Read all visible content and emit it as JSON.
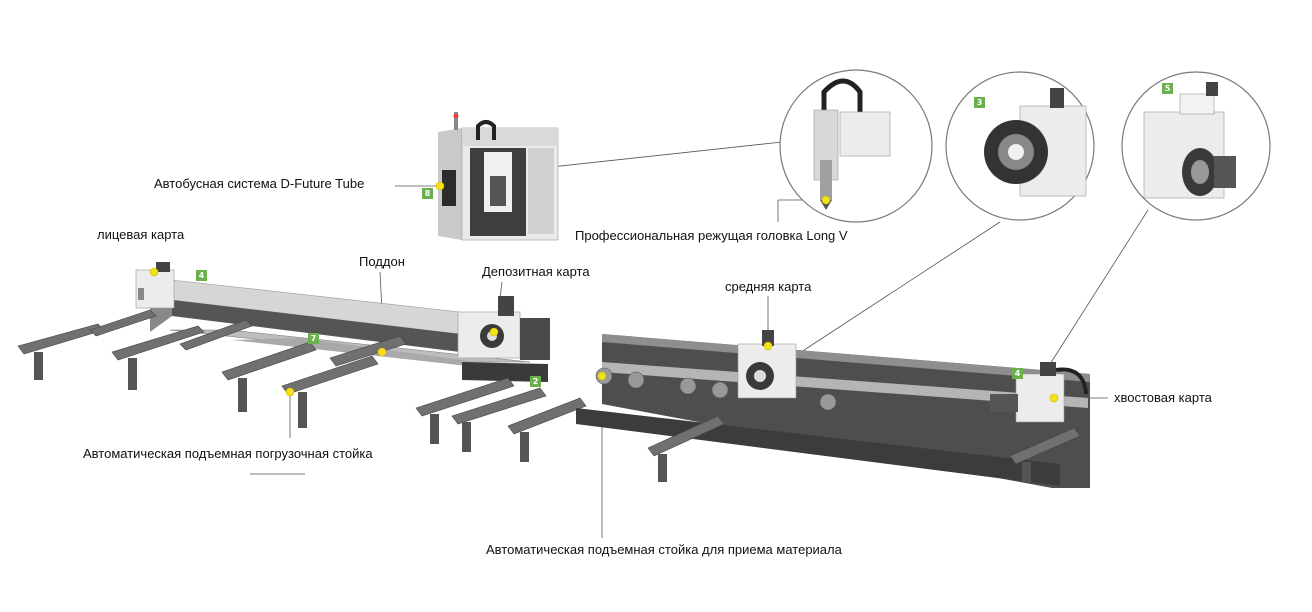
{
  "labels": {
    "bus_system": "Автобусная система D-Future Tube",
    "cutting_head": "Профессиональная режущая головка Long V",
    "front_chuck": "лицевая карта",
    "pallet": "Поддон",
    "deposit_chuck": "Депозитная карта",
    "middle_chuck": "средняя карта",
    "tail_chuck": "хвостовая карта",
    "loading_rack": "Автоматическая подъемная погрузочная стойка",
    "receiving_rack": "Автоматическая подъемная стойка для приема материала"
  },
  "badges": [
    "8",
    "4",
    "7",
    "2",
    "3",
    "5",
    "4"
  ],
  "colors": {
    "frame_dark": "#4a4a4a",
    "frame_mid": "#8a8a8a",
    "frame_light": "#d4d4d4",
    "marker": "#f5e11a",
    "badge": "#6ab04c",
    "leader": "#555555"
  }
}
